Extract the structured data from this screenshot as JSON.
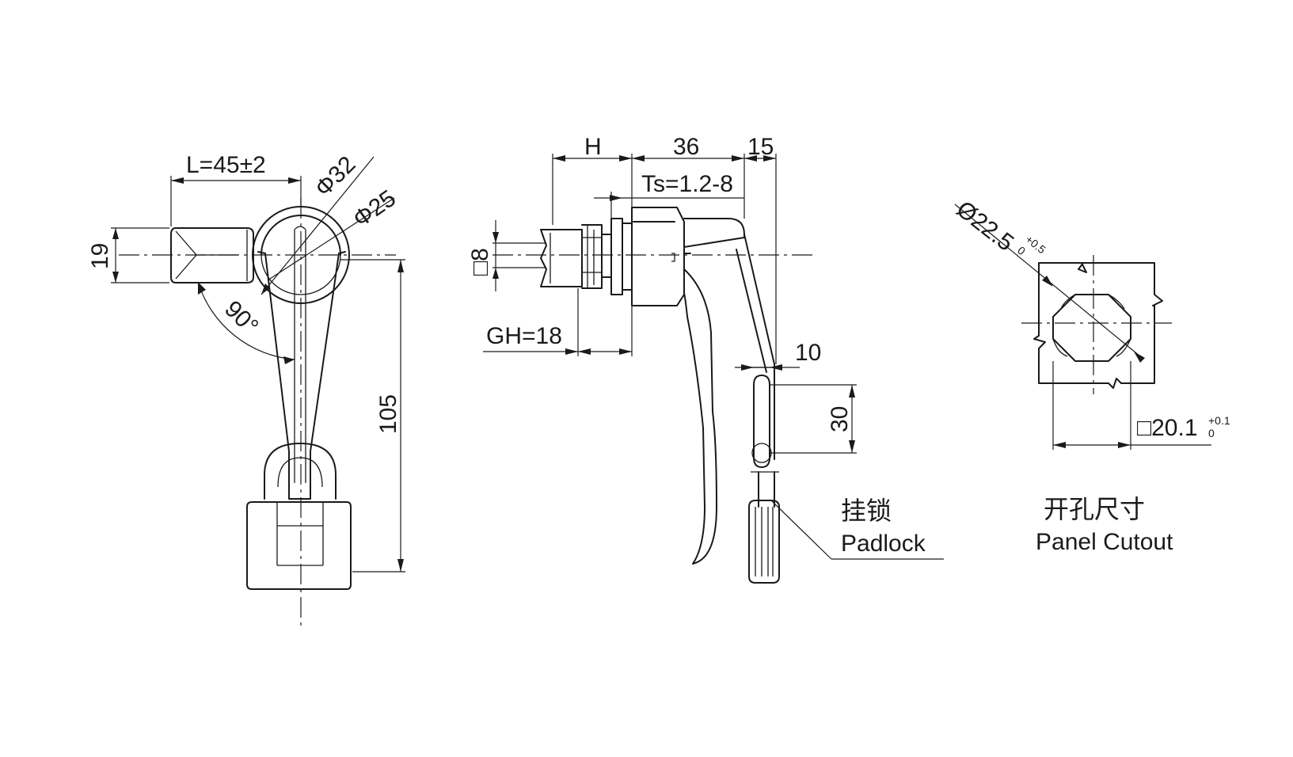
{
  "front_view": {
    "dim_length": "L=45±2",
    "dim_height": "19",
    "dim_dia_outer": "Φ32",
    "dim_dia_inner": "Φ25",
    "dim_angle": "90°",
    "dim_total_length": "105"
  },
  "side_view": {
    "dim_h": "H",
    "dim_36": "36",
    "dim_15": "15",
    "dim_ts": "Ts=1.2-8",
    "dim_square": "□8",
    "dim_gh": "GH=18",
    "dim_10": "10",
    "dim_30": "30",
    "padlock_cn": "挂锁",
    "padlock_en": "Padlock"
  },
  "cutout_view": {
    "dim_diameter": "Ø22.5",
    "dim_diameter_tol_upper": "+0.5",
    "dim_diameter_tol_lower": "0",
    "dim_square": "□20.1",
    "dim_square_tol_upper": "+0.1",
    "dim_square_tol_lower": "0",
    "title_cn": "开孔尺寸",
    "title_en": "Panel Cutout"
  }
}
